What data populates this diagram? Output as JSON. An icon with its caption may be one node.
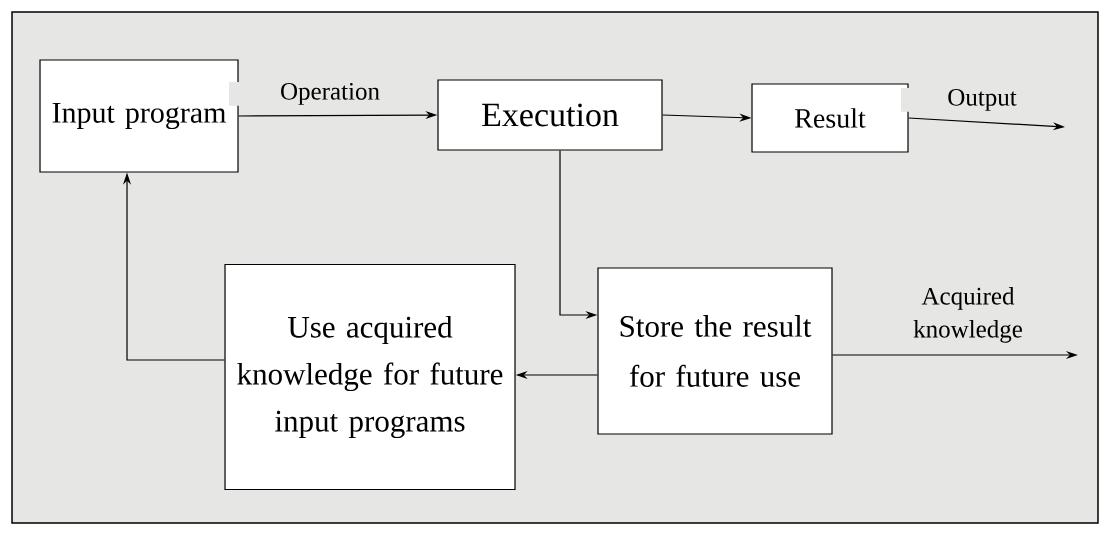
{
  "diagram": {
    "nodes": [
      {
        "text": [
          "Input program"
        ]
      },
      {
        "text": [
          "Execution"
        ]
      },
      {
        "text": [
          "Result"
        ]
      },
      {
        "text": [
          "Use acquired knowledge for future input programs"
        ]
      },
      {
        "text": [
          "Store the result for future use"
        ]
      }
    ],
    "edges": [
      {
        "from": 0,
        "to": 1,
        "arrow": "to",
        "label": "Operation"
      },
      {
        "from": 1,
        "to": 2,
        "arrow": "to"
      },
      {
        "from": 2,
        "to": null,
        "arrow": "to",
        "label": "Output"
      },
      {
        "from": 1,
        "to": 4,
        "arrow": "to"
      },
      {
        "from": 4,
        "to": 3,
        "arrow": "to"
      },
      {
        "from": 3,
        "to": 0,
        "arrow": "to"
      },
      {
        "from": 4,
        "to": null,
        "arrow": "to",
        "label": "Acquired knowledge"
      }
    ]
  }
}
